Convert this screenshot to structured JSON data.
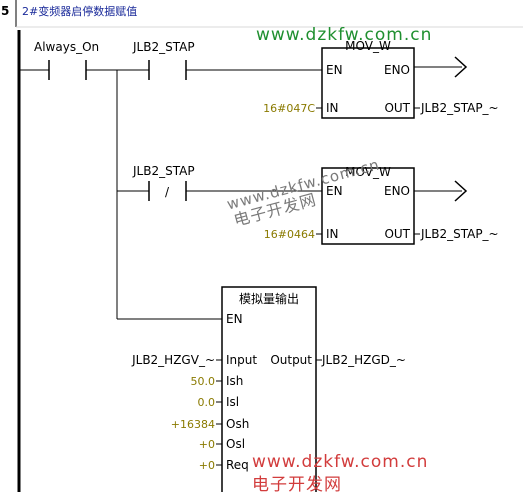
{
  "network": {
    "number": "5",
    "comment": "2#变频器启停数据赋值"
  },
  "watermarks": {
    "site": "www.dzkfw.com.cn",
    "name": "电子开发网"
  },
  "rung1": {
    "contact1_label": "Always_On",
    "contact2_label": "JLB2_STAP",
    "box_title": "MOV_W",
    "pin_en": "EN",
    "pin_eno": "ENO",
    "pin_in": "IN",
    "pin_out": "OUT",
    "in_value": "16#047C",
    "out_value": "JLB2_STAP_~"
  },
  "rung2": {
    "contact_label": "JLB2_STAP",
    "contact_symbol": "/",
    "box_title": "MOV_W",
    "pin_en": "EN",
    "pin_eno": "ENO",
    "pin_in": "IN",
    "pin_out": "OUT",
    "in_value": "16#0464",
    "out_value": "JLB2_STAP_~"
  },
  "rung3": {
    "box_title": "模拟量输出",
    "pin_en": "EN",
    "pin_input": "Input",
    "pin_output": "Output",
    "pin_ish": "Ish",
    "pin_isl": "Isl",
    "pin_osh": "Osh",
    "pin_osl": "Osl",
    "pin_req": "Req",
    "input_value": "JLB2_HZGV_~",
    "output_value": "JLB2_HZGD_~",
    "ish_value": "50.0",
    "isl_value": "0.0",
    "osh_value": "+16384",
    "osl_value": "+0",
    "req_value": "+0"
  },
  "colors": {
    "constant": "#8a7a00",
    "comment": "#1a2a9a",
    "watermark_green": "#1f8f2f",
    "watermark_red": "#d23c3c"
  }
}
